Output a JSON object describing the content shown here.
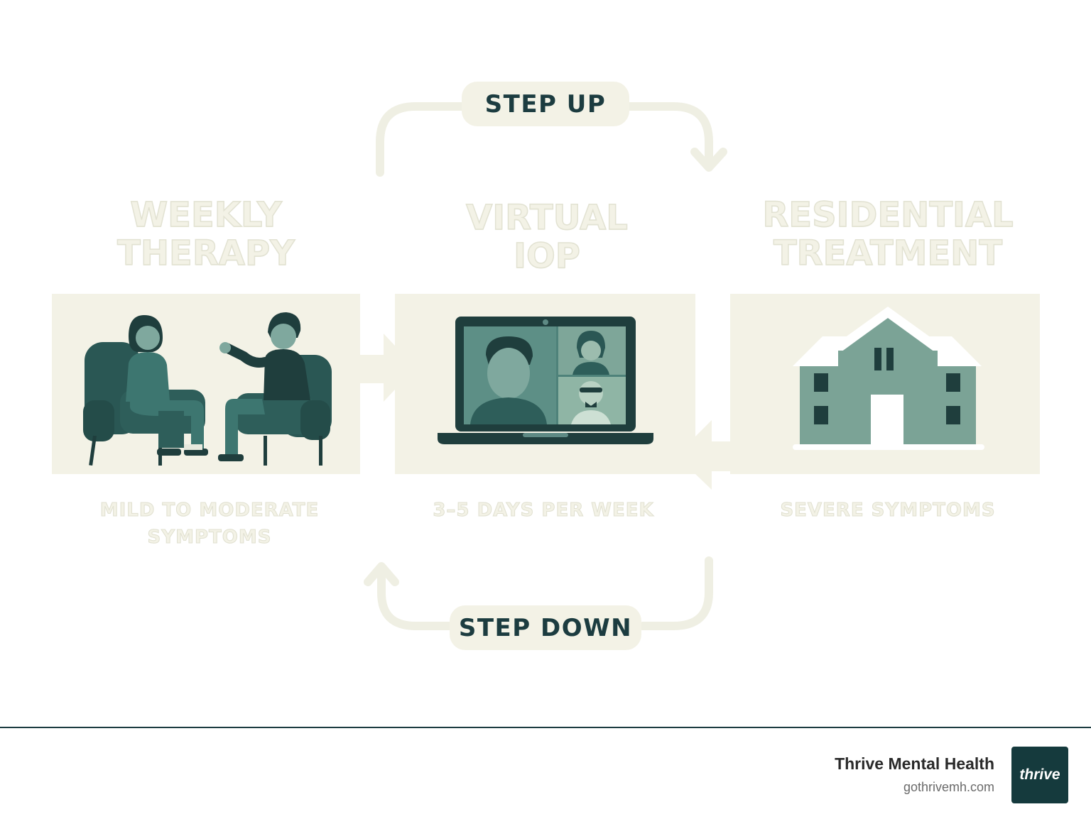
{
  "step_up_label": "STEP UP",
  "step_down_label": "STEP DOWN",
  "levels": [
    {
      "title": "WEEKLY\nTHERAPY",
      "description": "MILD TO MODERATE\nSYMPTOMS",
      "icon": "therapy-session-icon"
    },
    {
      "title": "VIRTUAL\nIOP",
      "description": "3–5 DAYS PER WEEK",
      "icon": "video-call-laptop-icon"
    },
    {
      "title": "RESIDENTIAL\nTREATMENT",
      "description": "SEVERE SYMPTOMS",
      "icon": "residential-house-icon"
    }
  ],
  "footer": {
    "brand_name": "Thrive Mental Health",
    "url": "gothrivemh.com",
    "logo_text": "thrive"
  },
  "colors": {
    "cream": "#f3f2e6",
    "teal_dark": "#1c4a4c",
    "teal_mid": "#3f7a74",
    "teal_light": "#7fa89e",
    "navy_text": "#1c3c40"
  }
}
